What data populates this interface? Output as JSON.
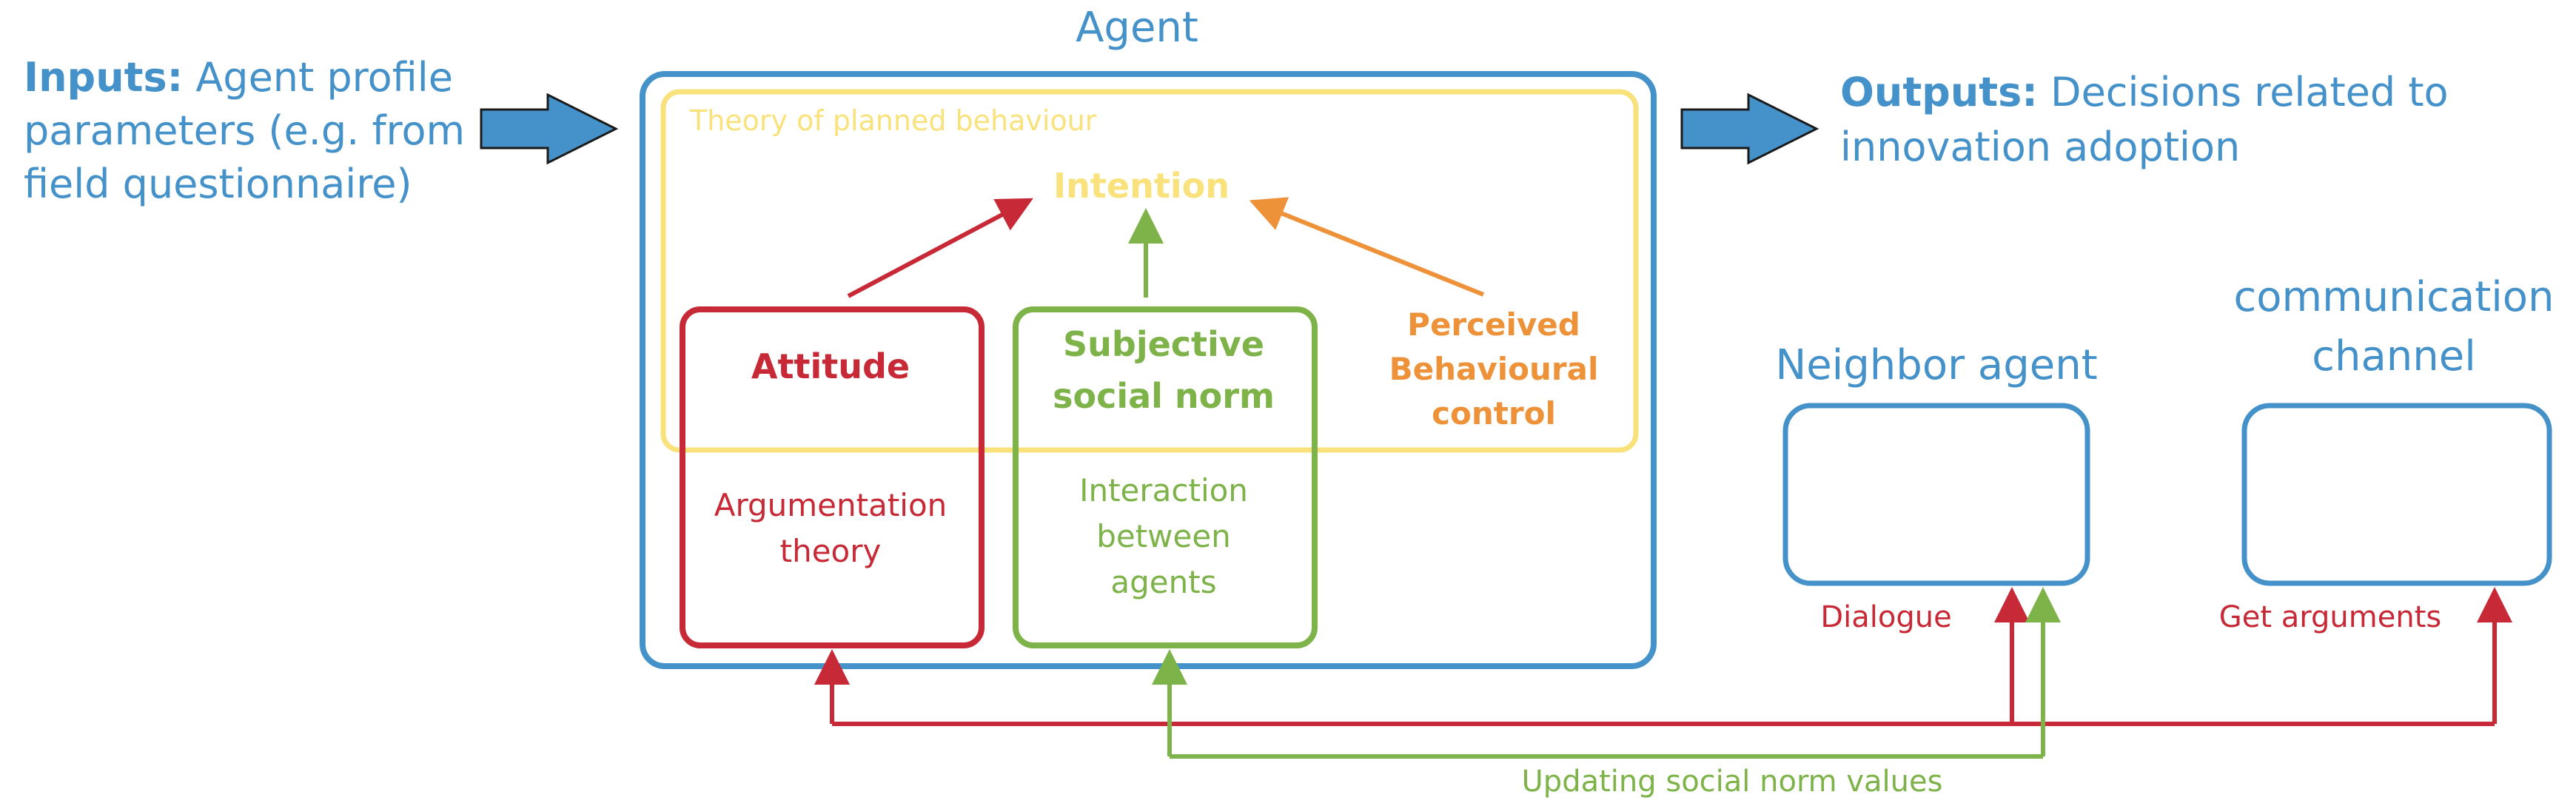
{
  "colors": {
    "blue": "#4592CB",
    "yellow": "#F9E27C",
    "red": "#C72A36",
    "green": "#7DB348",
    "orange": "#EE923A"
  },
  "agent": {
    "title": "Agent"
  },
  "inputs": {
    "label": "Inputs:",
    "line1": "Agent profile",
    "line2": "parameters (e.g. from",
    "line3": "field questionnaire)"
  },
  "outputs": {
    "label": "Outputs:",
    "line1": "Decisions related to",
    "line2": "innovation adoption"
  },
  "tpb": {
    "title": "Theory of planned behaviour",
    "intention": "Intention",
    "attitude": "Attitude",
    "subjective_line1": "Subjective",
    "subjective_line2": "social norm",
    "perceived_line1": "Perceived",
    "perceived_line2": "Behavioural",
    "perceived_line3": "control"
  },
  "argumentation": {
    "line1": "Argumentation",
    "line2": "theory"
  },
  "interaction": {
    "line1": "Interaction",
    "line2": "between",
    "line3": "agents"
  },
  "neighbor": {
    "title": "Neighbor agent",
    "link_label": "Dialogue"
  },
  "channel": {
    "title_line1": "communication",
    "title_line2": "channel",
    "link_label": "Get arguments"
  },
  "feedback": {
    "label": "Updating social norm values"
  }
}
